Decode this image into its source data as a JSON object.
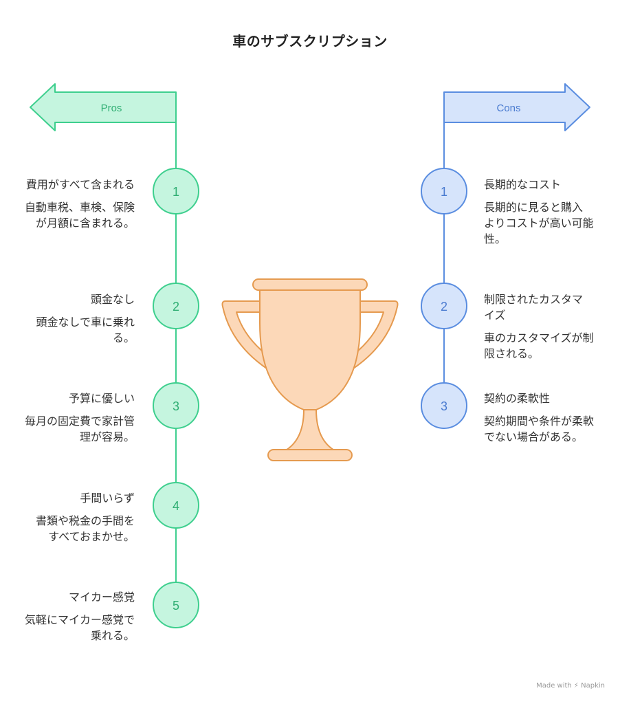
{
  "title": "車のサブスクリプション",
  "pros": {
    "label": "Pros",
    "color": "#3ecf8e",
    "fill": "#c5f5df",
    "items": [
      {
        "num": "1",
        "heading": "費用がすべて含まれる",
        "desc": "自動車税、車検、保険が月額に含まれる。"
      },
      {
        "num": "2",
        "heading": "頭金なし",
        "desc": "頭金なしで車に乗れる。"
      },
      {
        "num": "3",
        "heading": "予算に優しい",
        "desc": "毎月の固定費で家計管理が容易。"
      },
      {
        "num": "4",
        "heading": "手間いらず",
        "desc": "書類や税金の手間をすべておまかせ。"
      },
      {
        "num": "5",
        "heading": "マイカー感覚",
        "desc": "気軽にマイカー感覚で乗れる。"
      }
    ]
  },
  "cons": {
    "label": "Cons",
    "color": "#5a8de0",
    "fill": "#d6e4fb",
    "items": [
      {
        "num": "1",
        "heading": "長期的なコスト",
        "desc": "長期的に見ると購入よりコストが高い可能性。"
      },
      {
        "num": "2",
        "heading": "制限されたカスタマイズ",
        "desc": "車のカスタマイズが制限される。"
      },
      {
        "num": "3",
        "heading": "契約の柔軟性",
        "desc": "契約期間や条件が柔軟でない場合がある。"
      }
    ]
  },
  "trophy": {
    "icon": "trophy-icon",
    "stroke": "#e59a4f",
    "fill": "#fcd8b8"
  },
  "footer": {
    "text": "Made with ⚡ Napkin"
  }
}
